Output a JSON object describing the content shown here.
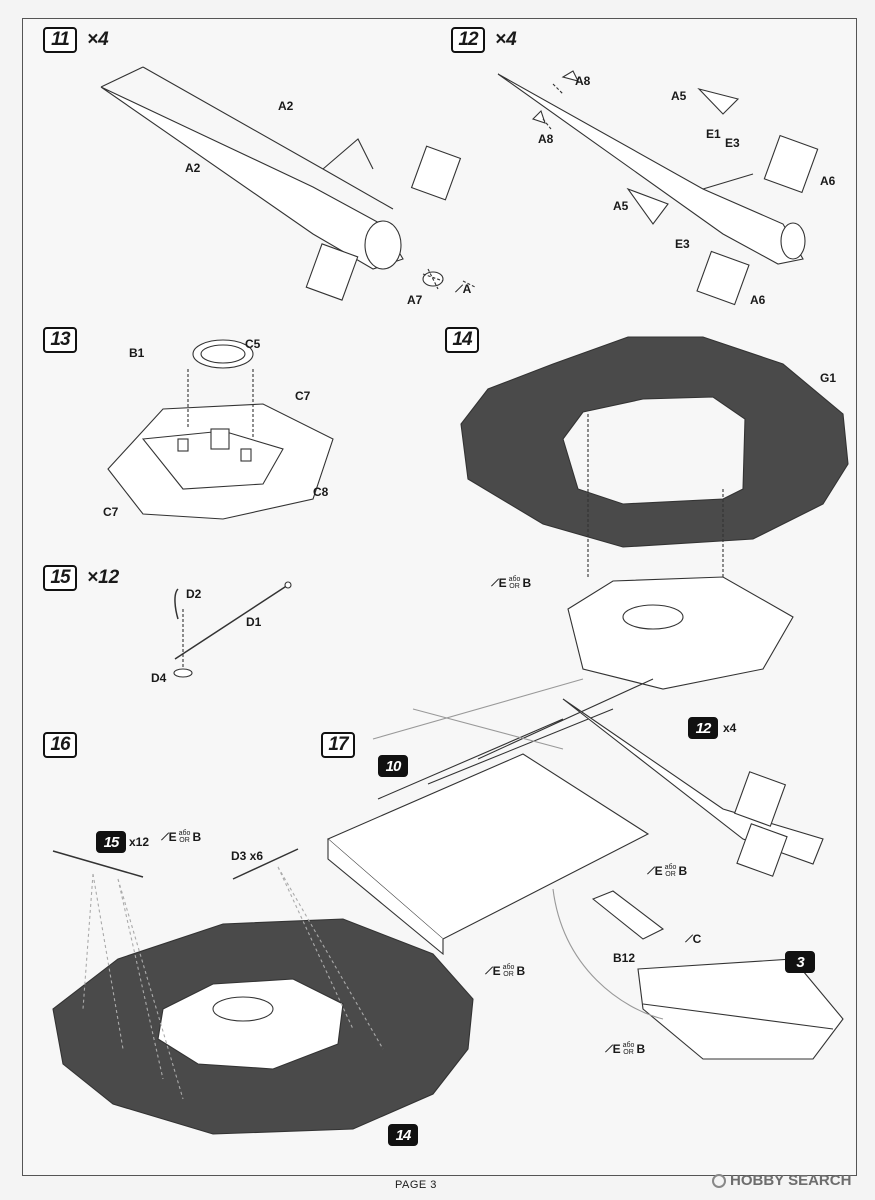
{
  "steps": {
    "s11": {
      "number": "11",
      "multiplier": "×4"
    },
    "s12": {
      "number": "12",
      "multiplier": "×4"
    },
    "s13": {
      "number": "13"
    },
    "s14": {
      "number": "14"
    },
    "s15": {
      "number": "15",
      "multiplier": "×12"
    },
    "s16": {
      "number": "16"
    },
    "s17": {
      "number": "17"
    }
  },
  "refs": {
    "ref10": "10",
    "ref12": "12",
    "ref12_mult": "x4",
    "ref3": "3",
    "ref15": "15",
    "ref15_mult": "x12",
    "ref14": "14",
    "d3": "D3 x6"
  },
  "parts": {
    "a2_top": "A2",
    "a2_left": "A2",
    "a7": "A7",
    "a_glue": "A",
    "a8_top": "A8",
    "a8_left": "A8",
    "a5_top": "A5",
    "a5_left": "A5",
    "e1": "E1",
    "e3_top": "E3",
    "e3_bot": "E3",
    "a6_top": "A6",
    "a6_bot": "A6",
    "b1": "B1",
    "c5": "C5",
    "c7_right": "C7",
    "c8": "C8",
    "c7_left": "C7",
    "g1": "G1",
    "d2": "D2",
    "d1": "D1",
    "d4": "D4",
    "b12": "B12",
    "c_glue": "C"
  },
  "glue": {
    "E": "E",
    "abo": "або",
    "or": "OR",
    "B": "B"
  },
  "footer": {
    "page": "PAGE 3"
  },
  "brand": {
    "name": "HOBBY SEARCH"
  },
  "colors": {
    "panel_dark": "#4a4a4a",
    "line": "#333333",
    "paper": "#f7f7f7"
  }
}
